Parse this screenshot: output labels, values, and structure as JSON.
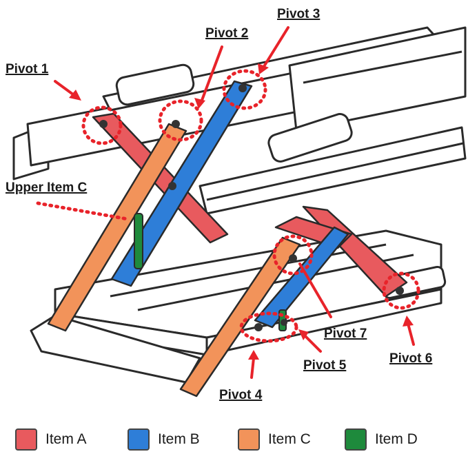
{
  "callouts": {
    "pivot_1": "Pivot 1",
    "pivot_2": "Pivot 2",
    "pivot_3": "Pivot 3",
    "upper_item_c": "Upper Item C",
    "pivot_4": "Pivot 4",
    "pivot_5": "Pivot 5",
    "pivot_6": "Pivot 6",
    "pivot_7": "Pivot 7"
  },
  "legend": [
    {
      "label": "Item A",
      "color": "#e85a5e"
    },
    {
      "label": "Item B",
      "color": "#2e7ed8"
    },
    {
      "label": "Item C",
      "color": "#f2935a"
    },
    {
      "label": "Item D",
      "color": "#1e8a3c"
    }
  ],
  "colors": {
    "item_a": "#e85a5e",
    "item_b": "#2e7ed8",
    "item_c": "#f2935a",
    "item_d": "#1e8a3c",
    "marker": "#e8232a",
    "frame_stroke": "#2a2a2a",
    "frame_fill": "#ffffff"
  }
}
